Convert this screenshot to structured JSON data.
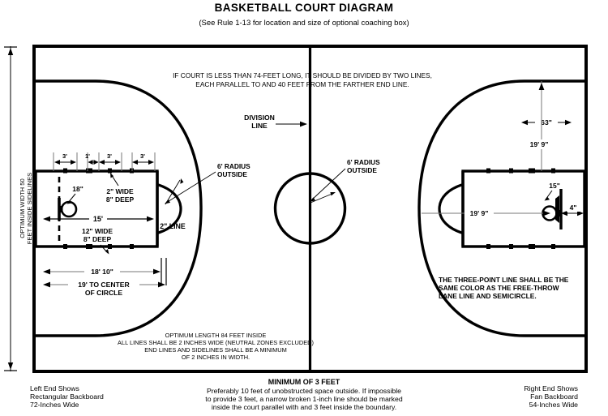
{
  "header": {
    "title": "BASKETBALL COURT DIAGRAM",
    "subtitle": "(See Rule 1-13 for location and size of optional coaching box)"
  },
  "court": {
    "top_note_line1": "IF COURT IS LESS THAN 74-FEET LONG, IT SHOULD BE DIVIDED BY TWO LINES,",
    "top_note_line2": "EACH PARALLEL TO AND 40 FEET FROM THE FARTHER END LINE.",
    "side_label_line1": "OPTIMUM WIDTH 50",
    "side_label_line2": "FEET INSIDE SIDELINES",
    "division_line_label_1": "DIVISION",
    "division_line_label_2": "LINE",
    "center_note_line1": "OPTIMUM LENGTH 84 FEET INSIDE",
    "center_note_line2": "ALL LINES SHALL BE 2 INCHES WIDE (NEUTRAL ZONES EXCLUDED)",
    "center_note_line3": "END LINES AND SIDELINES SHALL BE A MINIMUM",
    "center_note_line4": "OF 2 INCHES IN WIDTH.",
    "three_point_note_line1": "THE THREE-POINT LINE SHALL BE THE",
    "three_point_note_line2": "SAME COLOR AS THE  FREE-THROW",
    "three_point_note_line3": "LANE LINE AND SEMICIRCLE."
  },
  "left_end": {
    "hash_1": "3'",
    "hash_2": "1'",
    "hash_3": "3'",
    "hash_4": "3'",
    "backboard_dim": "18\"",
    "block_wide": "2\" WIDE",
    "block_deep": "8\" DEEP",
    "lane_length": "15'",
    "lane_line_wide": "12\" WIDE",
    "lane_line_deep": "8\" DEEP",
    "arc_line": "2\" LINE",
    "radius_label_line1": "6' RADIUS",
    "radius_label_line2": "OUTSIDE",
    "dim_18_10": "18' 10\"",
    "dim_19_center_1": "19' TO CENTER",
    "dim_19_center_2": "OF CIRCLE"
  },
  "center": {
    "radius_label_line1": "6' RADIUS",
    "radius_label_line2": "OUTSIDE"
  },
  "right_end": {
    "dim_63": "63\"",
    "dim_19_9_vertical": "19' 9\"",
    "dim_19_9_horizontal": "19' 9\"",
    "dim_15": "15\"",
    "dim_4": "4\""
  },
  "footer": {
    "left_line1": "Left End Shows",
    "left_line2": "Rectangular Backboard",
    "left_line3": "72-Inches Wide",
    "center_title": "MINIMUM OF 3 FEET",
    "center_line1": "Preferably 10 feet of unobstructed space outside. If impossible",
    "center_line2": "to provide 3 feet, a narrow broken 1-inch line should be marked",
    "center_line3": "inside the court parallel with and 3 feet inside the boundary.",
    "right_line1": "Right End Shows",
    "right_line2": "Fan Backboard",
    "right_line3": "54-Inches Wide"
  },
  "colors": {
    "ink": "#000000",
    "paper": "#ffffff",
    "thin": "#6b6b6b"
  }
}
